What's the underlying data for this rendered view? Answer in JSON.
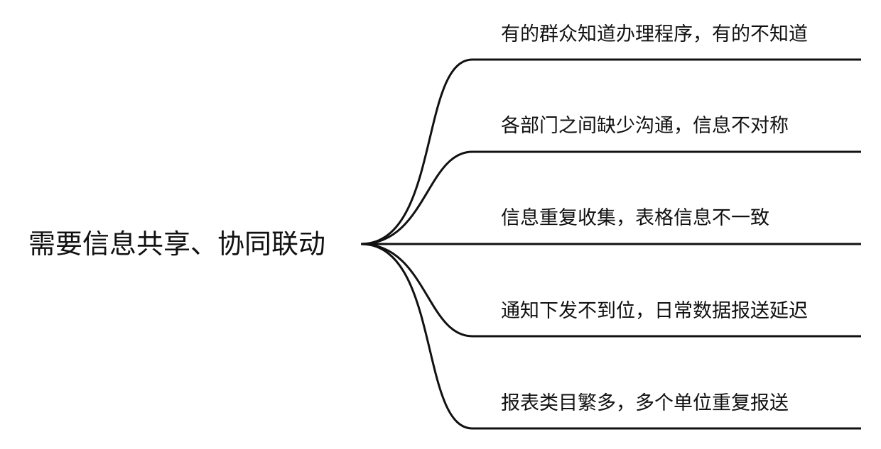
{
  "root": {
    "label": "需要信息共享、协同联动"
  },
  "branches": [
    {
      "label": "有的群众知道办理程序，有的不知道"
    },
    {
      "label": "各部门之间缺少沟通，信息不对称"
    },
    {
      "label": "信息重复收集，表格信息不一致"
    },
    {
      "label": "通知下发不到位，日常数据报送延迟"
    },
    {
      "label": "报表类目繁多，多个单位重复报送"
    }
  ],
  "colors": {
    "line": "#111111",
    "text": "#111111",
    "background": "#ffffff"
  }
}
